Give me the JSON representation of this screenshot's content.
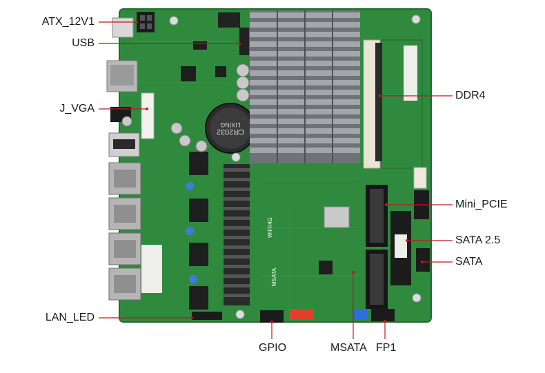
{
  "figure": {
    "labels_left": [
      {
        "id": "atx",
        "text": "ATX_12V1"
      },
      {
        "id": "usb",
        "text": "USB"
      },
      {
        "id": "jvga",
        "text": "J_VGA"
      },
      {
        "id": "lanled",
        "text": "LAN_LED"
      }
    ],
    "labels_right": [
      {
        "id": "ddr4",
        "text": "DDR4"
      },
      {
        "id": "minipcie",
        "text": "Mini_PCIE"
      },
      {
        "id": "sata25",
        "text": "SATA 2.5"
      },
      {
        "id": "sata",
        "text": "SATA"
      }
    ],
    "labels_bottom": [
      {
        "id": "gpio",
        "text": "GPIO"
      },
      {
        "id": "msata",
        "text": "MSATA"
      },
      {
        "id": "fp1",
        "text": "FP1"
      }
    ],
    "board_text": {
      "battery": "CR2032",
      "battery_brand": "LIXING",
      "wifi": "WIFI/4G",
      "msata_silk": "MSATA"
    },
    "colors": {
      "pcb": "#2f8a3e",
      "leader": "#c0181d",
      "heatsink": "#8c8f93"
    }
  }
}
